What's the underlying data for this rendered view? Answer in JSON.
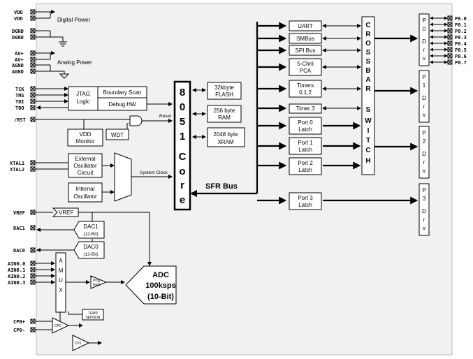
{
  "power_pins": [
    "VDD",
    "VDD",
    "DGND",
    "DGND",
    "AV+",
    "AV+",
    "AGND",
    "AGND"
  ],
  "power_labels": {
    "digital": "Digital Power",
    "analog": "Analog Power"
  },
  "jtag_pins": [
    "TCK",
    "TMS",
    "TDI",
    "TDO"
  ],
  "jtag_logic": [
    "JTAG",
    "Logic"
  ],
  "boundary_scan": "Boundary Scan",
  "debug_hw": "Debug HW",
  "rst_pin": "/RST",
  "reset_label": "Reset",
  "vdd_monitor": [
    "VDD",
    "Monitor"
  ],
  "wdt": "WDT",
  "xtal_pins": [
    "XTAL1",
    "XTAL2"
  ],
  "ext_osc": [
    "External",
    "Oscillator",
    "Circuit"
  ],
  "int_osc": [
    "Internal",
    "Oscillator"
  ],
  "system_clock": "System Clock",
  "core_chars": [
    "8",
    "0",
    "5",
    "1",
    "C",
    "o",
    "r",
    "e"
  ],
  "memory": [
    [
      "32kbyte",
      "FLASH"
    ],
    [
      "256 byte",
      "RAM"
    ],
    [
      "2048 byte",
      "XRAM"
    ]
  ],
  "sfr_bus": "SFR Bus",
  "peripherals": [
    [
      "UART"
    ],
    [
      "SMBus"
    ],
    [
      "SPI Bus"
    ],
    [
      "5-Chnl",
      "PCA"
    ],
    [
      "Timers",
      "0,1,2"
    ],
    [
      "Timer 3"
    ],
    [
      "Port 0",
      "Latch"
    ],
    [
      "Port 1",
      "Latch"
    ],
    [
      "Port 2",
      "Latch"
    ],
    [
      "Port 3",
      "Latch"
    ]
  ],
  "crossbar_chars": [
    "C",
    "R",
    "O",
    "S",
    "S",
    "B",
    "A",
    "R",
    "S",
    "W",
    "I",
    "T",
    "C",
    "H"
  ],
  "port_drivers": [
    [
      "P",
      "0",
      "D",
      "r",
      "v"
    ],
    [
      "P",
      "1",
      "D",
      "r",
      "v"
    ],
    [
      "P",
      "2",
      "D",
      "r",
      "v"
    ],
    [
      "P",
      "3",
      "D",
      "r",
      "v"
    ]
  ],
  "p0_pins": [
    "P0.0",
    "P0.1",
    "P0.2",
    "P0.3",
    "P0.4",
    "P0.5",
    "P0.6",
    "P0.7"
  ],
  "vref_pin": "VREF",
  "vref_box": "VREF",
  "dac1_pin": "DAC1",
  "dac0_pin": "DAC0",
  "dac1": [
    "DAC1",
    "(12-Bit)"
  ],
  "dac0": [
    "DAC0",
    "(12-Bit)"
  ],
  "ain_pins": [
    "AIN0.0",
    "AIN0.1",
    "AIN0.2",
    "AIN0.3"
  ],
  "amux_chars": [
    "A",
    "M",
    "U",
    "X"
  ],
  "prog_gain": [
    "Prog",
    "Gain"
  ],
  "adc": [
    "ADC",
    "100ksps",
    "(10-Bit)"
  ],
  "temp_sensor": [
    "TEMP",
    "SENSOR"
  ],
  "cp_pins": [
    "CP0+",
    "CP0-"
  ],
  "cp0": "CP0",
  "cp1": "CP1"
}
